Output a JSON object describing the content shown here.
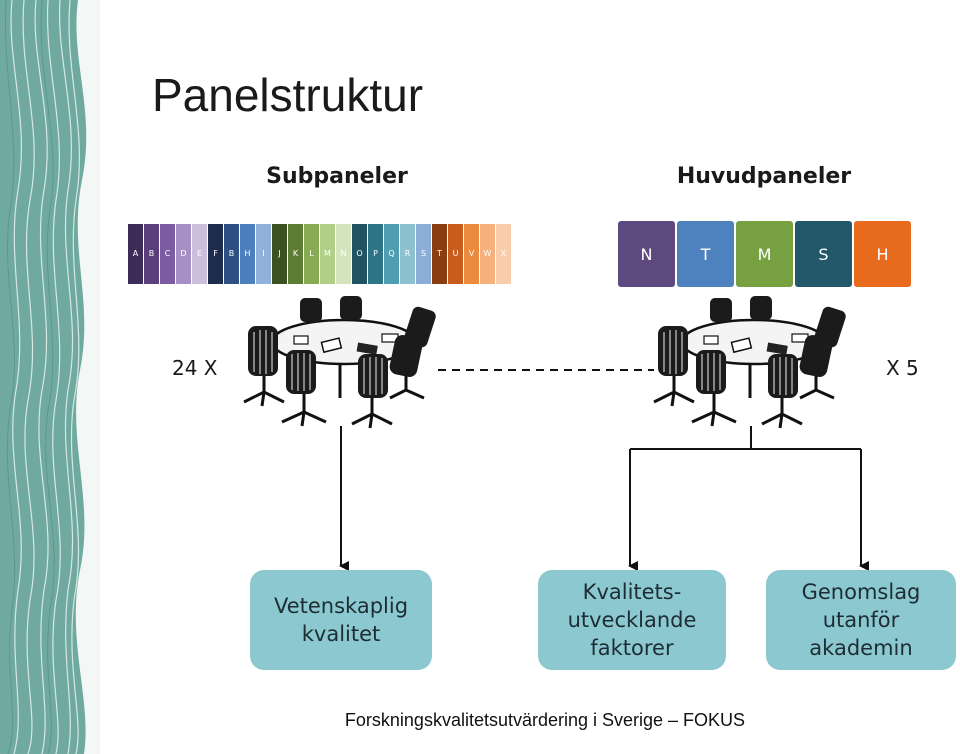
{
  "title": "Panelstruktur",
  "subpanels": {
    "heading": "Subpaneler",
    "count": "24 X",
    "tiles": [
      {
        "label": "A",
        "color": "#3d2c5a"
      },
      {
        "label": "B",
        "color": "#5b3f7d"
      },
      {
        "label": "C",
        "color": "#7b5ca0"
      },
      {
        "label": "D",
        "color": "#a68fc4"
      },
      {
        "label": "E",
        "color": "#cbbfdd"
      },
      {
        "label": "F",
        "color": "#1d2b4c"
      },
      {
        "label": "B",
        "color": "#2d4f82"
      },
      {
        "label": "H",
        "color": "#4b7fbd"
      },
      {
        "label": "I",
        "color": "#8fb1dc"
      },
      {
        "label": "J",
        "color": "#3c5120"
      },
      {
        "label": "K",
        "color": "#5e7d34"
      },
      {
        "label": "L",
        "color": "#86ab52"
      },
      {
        "label": "M",
        "color": "#b2cf87"
      },
      {
        "label": "N",
        "color": "#d4e4bd"
      },
      {
        "label": "O",
        "color": "#1f5361"
      },
      {
        "label": "P",
        "color": "#2d7486"
      },
      {
        "label": "Q",
        "color": "#4f9db1"
      },
      {
        "label": "R",
        "color": "#8cc2d0"
      },
      {
        "label": "S",
        "color": "#8aaed8"
      },
      {
        "label": "T",
        "color": "#8b3d12"
      },
      {
        "label": "U",
        "color": "#c75c1d"
      },
      {
        "label": "V",
        "color": "#ec8a3e"
      },
      {
        "label": "W",
        "color": "#f5b07b"
      },
      {
        "label": "X",
        "color": "#f8cdaa"
      }
    ]
  },
  "main_panels": {
    "heading": "Huvudpaneler",
    "count": "X 5",
    "tiles": [
      {
        "label": "N",
        "color": "#5e4a7e"
      },
      {
        "label": "T",
        "color": "#4d82bf"
      },
      {
        "label": "M",
        "color": "#77a040"
      },
      {
        "label": "S",
        "color": "#23586a"
      },
      {
        "label": "H",
        "color": "#e86a1c"
      }
    ]
  },
  "outcomes": [
    {
      "lines": [
        "Vetenskaplig",
        "kvalitet"
      ]
    },
    {
      "lines": [
        "Kvalitets-",
        "utvecklande",
        "faktorer"
      ]
    },
    {
      "lines": [
        "Genomslag",
        "utanför",
        "akademin"
      ]
    }
  ],
  "footer": "Forskningskvalitetsutvärdering i Sverige – FOKUS",
  "colors": {
    "outcome_box": "#8cc8d0",
    "decor_green": "#6fa9a0"
  }
}
